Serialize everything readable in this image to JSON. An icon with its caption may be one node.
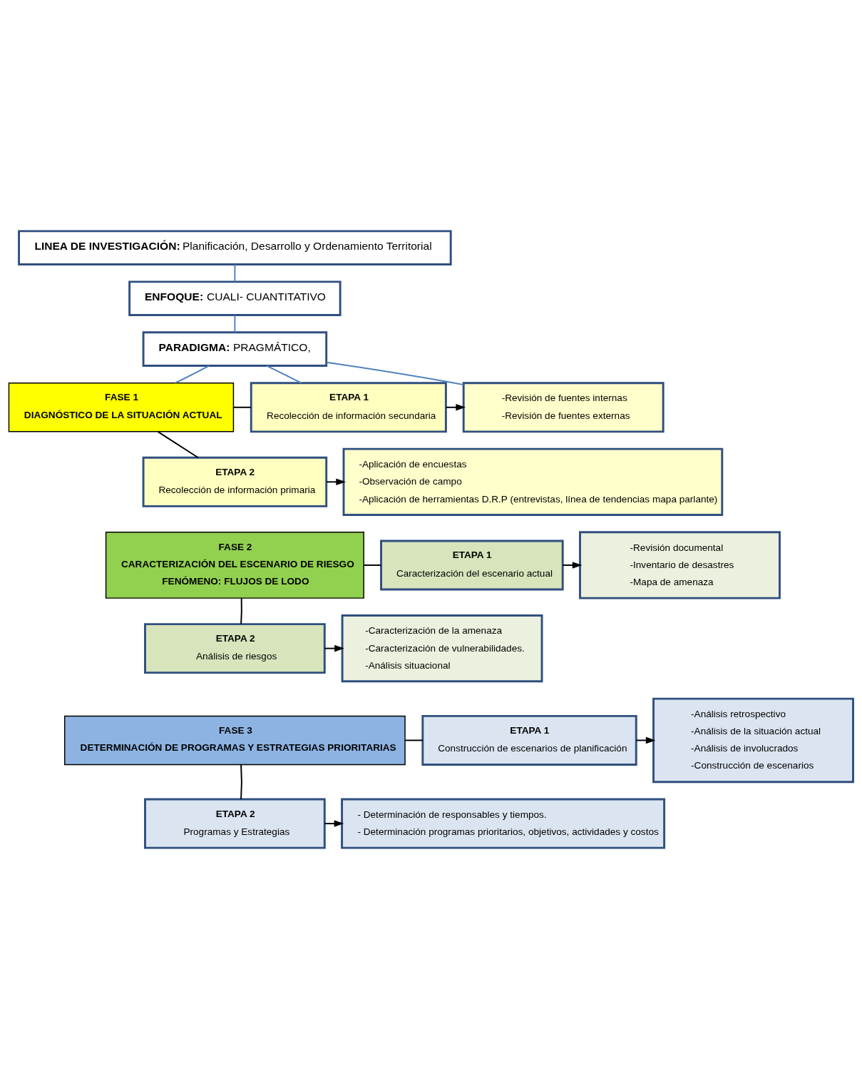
{
  "diagram": {
    "nodes": [
      {
        "text": [
          "**LINEA DE INVESTIGACIÓN:** Planificación, Desarrollo y Ordenamiento Territorial"
        ]
      },
      {
        "text": [
          "**ENFOQUE:** CUALI- CUANTITATIVO"
        ]
      },
      {
        "text": [
          "**PARADIGMA:** PRAGMÁTICO,"
        ]
      },
      {
        "text": [
          "FASE 1",
          "DIAGNÓSTICO DE LA SITUACIÓN ACTUAL"
        ]
      },
      {
        "text": [
          "ETAPA 1",
          "Recolección de información secundaria"
        ]
      },
      {
        "text": [
          "-Revisión de fuentes internas",
          "-Revisión de fuentes externas"
        ]
      },
      {
        "text": [
          "ETAPA 2",
          "Recolección de información primaria"
        ]
      },
      {
        "text": [
          "-Aplicación de encuestas",
          "-Observación de campo",
          "-Aplicación de herramientas D.R.P (entrevistas, línea de tendencias mapa parlante)"
        ]
      },
      {
        "text": [
          "FASE 2",
          "CARACTERIZACIÓN DEL ESCENARIO DE RIESGO",
          "FENÓMENO: FLUJOS DE LODO"
        ]
      },
      {
        "text": [
          "ETAPA 1",
          "Caracterización del escenario actual"
        ]
      },
      {
        "text": [
          "-Revisión documental",
          "-Inventario de desastres",
          "-Mapa de amenaza"
        ]
      },
      {
        "text": [
          "ETAPA 2",
          "Análisis de riesgos"
        ]
      },
      {
        "text": [
          "-Caracterización de la amenaza",
          "-Caracterización de vulnerabilidades.",
          "-Análisis situacional"
        ]
      },
      {
        "text": [
          "FASE 3",
          "DETERMINACIÓN DE PROGRAMAS Y ESTRATEGIAS PRIORITARIAS"
        ]
      },
      {
        "text": [
          "ETAPA 1",
          "Construcción de escenarios de planificación"
        ]
      },
      {
        "text": [
          "-Análisis retrospectivo",
          "-Análisis de la situación actual",
          "-Análisis de involucrados",
          "-Construcción de escenarios"
        ]
      },
      {
        "text": [
          "ETAPA 2",
          "Programas y Estrategias"
        ]
      },
      {
        "text": [
          "- Determinación de responsables y tiempos.",
          "- Determinación programas prioritarios, objetivos, actividades y costos"
        ]
      }
    ],
    "edges": [
      {
        "from": 0,
        "to": 1,
        "arrow": "none",
        "color": "#4f81bd"
      },
      {
        "from": 1,
        "to": 2,
        "arrow": "none",
        "color": "#4f81bd"
      },
      {
        "from": 2,
        "to": 3,
        "arrow": "none",
        "color": "#4f81bd"
      },
      {
        "from": 2,
        "to": 4,
        "arrow": "none",
        "color": "#4f81bd"
      },
      {
        "from": 2,
        "to": 5,
        "arrow": "none",
        "color": "#4f81bd"
      },
      {
        "from": 3,
        "to": 4,
        "arrow": "none"
      },
      {
        "from": 3,
        "to": 6,
        "arrow": "none"
      },
      {
        "from": 4,
        "to": 5,
        "arrow": "to"
      },
      {
        "from": 6,
        "to": 7,
        "arrow": "to"
      },
      {
        "from": 8,
        "to": 9,
        "arrow": "none"
      },
      {
        "from": 8,
        "to": 11,
        "arrow": "none"
      },
      {
        "from": 9,
        "to": 10,
        "arrow": "to"
      },
      {
        "from": 11,
        "to": 12,
        "arrow": "to"
      },
      {
        "from": 13,
        "to": 14,
        "arrow": "none"
      },
      {
        "from": 13,
        "to": 16,
        "arrow": "none"
      },
      {
        "from": 14,
        "to": 15,
        "arrow": "to"
      },
      {
        "from": 16,
        "to": 17,
        "arrow": "to"
      }
    ]
  }
}
